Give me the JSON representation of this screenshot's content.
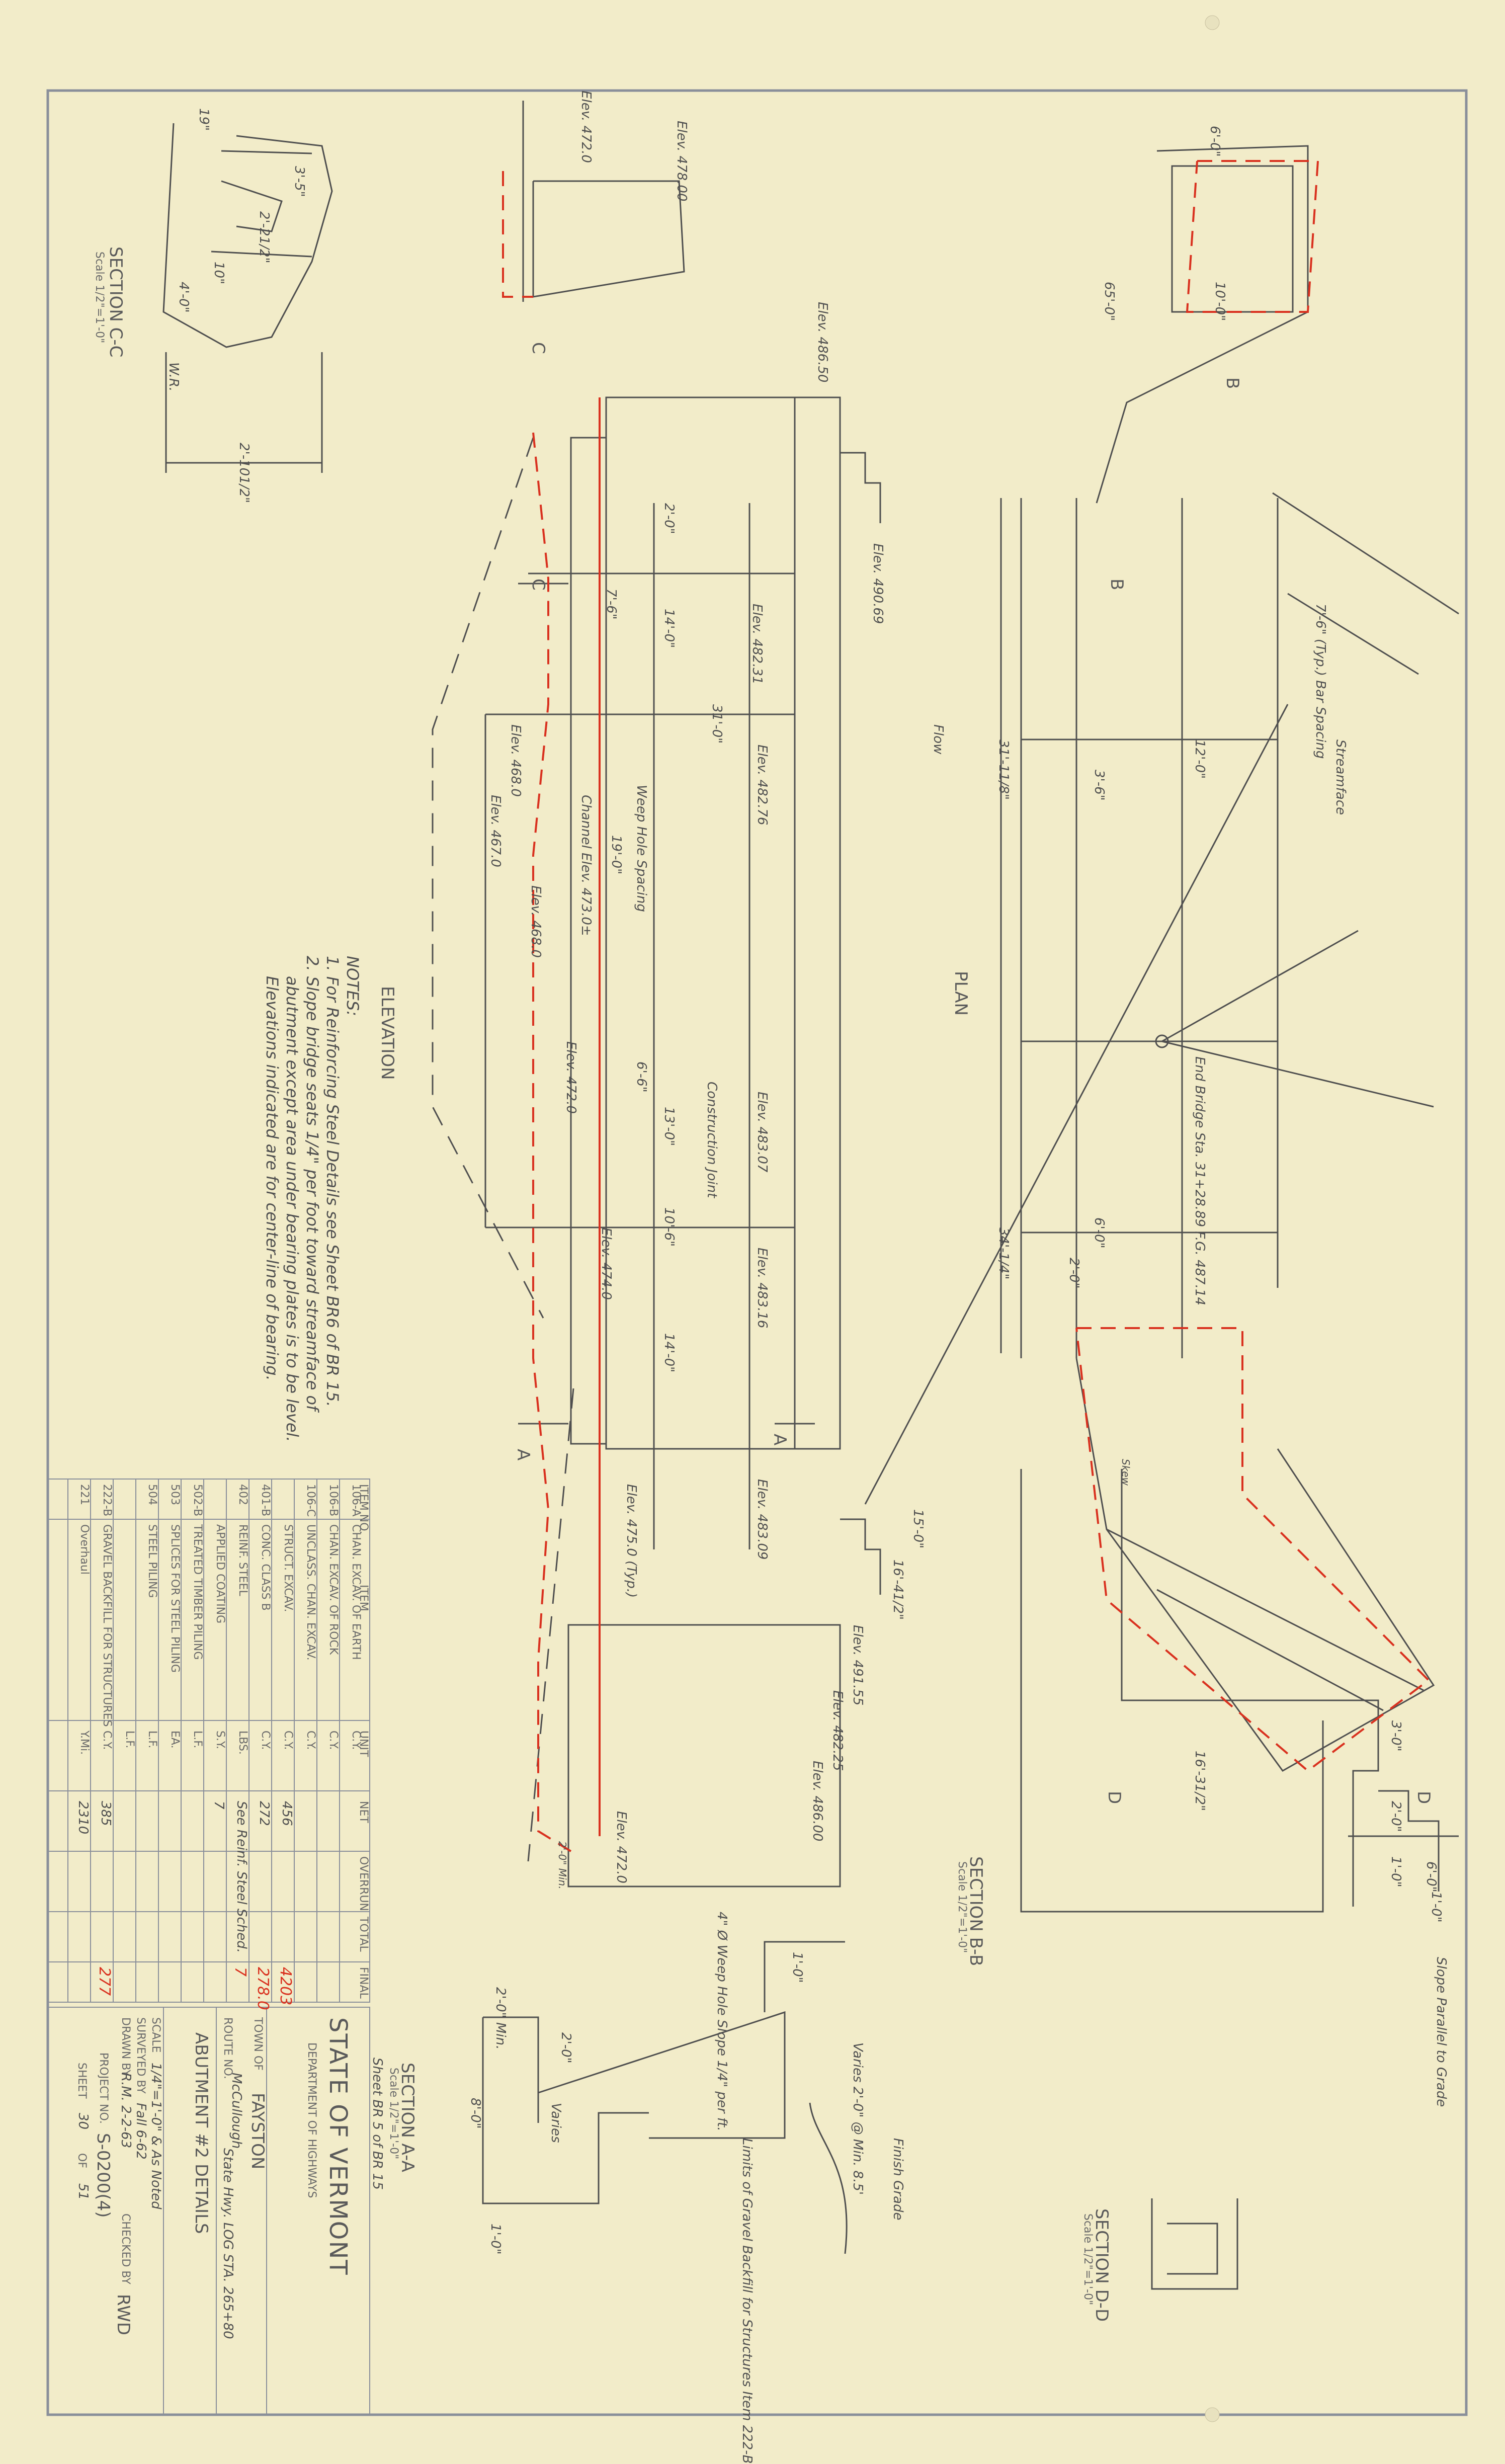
{
  "title_block": {
    "agency": "STATE OF VERMONT",
    "department": "DEPARTMENT OF HIGHWAYS",
    "town_label": "TOWN OF",
    "town": "FAYSTON",
    "route_label": "ROUTE NO.",
    "route": "State Hwy. LOG STA. 265+80",
    "route_sub": "McCullough",
    "sheet_title": "ABUTMENT #2 DETAILS",
    "surveyed_label": "SURVEYED BY",
    "surveyed": "Fall 6-62",
    "scale_label": "SCALE",
    "scale": "1/4\"=1'-0\" & As Noted",
    "drawn_label": "DRAWN BY",
    "drawn": "R.M. 2-2-63",
    "checked_label": "CHECKED BY",
    "checked": "RWD",
    "project_label": "PROJECT NO.",
    "project": "S-0200(4)",
    "sheet_label": "SHEET",
    "sheet": "30",
    "of_label": "OF",
    "of_total": "51"
  },
  "quantities": {
    "headers": [
      "ITEM NO.",
      "ITEM",
      "UNIT",
      "NET",
      "OVERRUN",
      "TOTAL",
      "FINAL"
    ],
    "rows": [
      {
        "no": "106-A",
        "item": "CHAN. EXCAV. OF EARTH",
        "unit": "C.Y.",
        "net": "",
        "final": ""
      },
      {
        "no": "106-B",
        "item": "CHAN. EXCAV. OF ROCK",
        "unit": "C.Y.",
        "net": "",
        "final": ""
      },
      {
        "no": "106-C",
        "item": "UNCLASS. CHAN. EXCAV.",
        "unit": "C.Y.",
        "net": "",
        "final": ""
      },
      {
        "no": "",
        "item": "STRUCT. EXCAV.",
        "unit": "C.Y.",
        "net": "456",
        "final": "4203"
      },
      {
        "no": "401-B",
        "item": "CONC. CLASS B",
        "unit": "C.Y.",
        "net": "272",
        "final": "278.0"
      },
      {
        "no": "402",
        "item": "REINF. STEEL",
        "unit": "LBS.",
        "net": "See Reinf. Steel Sched.",
        "final": "7"
      },
      {
        "no": "",
        "item": "APPLIED COATING",
        "unit": "S.Y.",
        "net": "7",
        "final": ""
      },
      {
        "no": "502-B",
        "item": "TREATED TIMBER PILING",
        "unit": "L.F.",
        "net": "",
        "final": ""
      },
      {
        "no": "503",
        "item": "SPLICES FOR STEEL PILING",
        "unit": "EA.",
        "net": "",
        "final": ""
      },
      {
        "no": "504",
        "item": "STEEL PILING",
        "unit": "L.F.",
        "net": "",
        "final": ""
      },
      {
        "no": "",
        "item": "",
        "unit": "L.F.",
        "net": "",
        "final": ""
      },
      {
        "no": "222-B",
        "item": "GRAVEL BACKFILL FOR STRUCTURES",
        "unit": "C.Y.",
        "net": "385",
        "final": "277"
      },
      {
        "no": "221",
        "item": "Overhaul",
        "unit": "Y.Mi.",
        "net": "2310",
        "final": ""
      }
    ]
  },
  "notes": {
    "heading": "NOTES:",
    "lines": [
      "1. For Reinforcing Steel Details see Sheet BR6 of BR 15.",
      "2. Slope bridge seats 1/4\" per foot toward streamface of",
      "abutment except area under bearing plates is to be level.",
      "Elevations indicated are for center-line of bearing."
    ]
  },
  "views": {
    "elevation": "ELEVATION",
    "plan": "PLAN",
    "section_cc": "SECTION C-C",
    "section_cc_scale": "Scale 1/2\"=1'-0\"",
    "section_aa": "SECTION A-A",
    "section_aa_scale": "Scale 1/2\"=1'-0\"",
    "section_aa_sheet": "Sheet BR 5 of BR 15",
    "section_bb": "SECTION B-B",
    "section_bb_scale": "Scale 1/2\"=1'-0\"",
    "section_dd": "SECTION D-D",
    "section_dd_scale": "Scale 1/2\"=1'-0\""
  },
  "labels": {
    "elevs": [
      "Elev. 478.00",
      "Elev. 472.0",
      "Elev. 486.50",
      "Elev. 490.69",
      "Elev. 482.31",
      "Elev. 482.76",
      "Elev. 483.07",
      "Elev. 483.16",
      "Elev. 483.09",
      "Elev. 491.55",
      "Elev. 482.25",
      "Elev. 486.00",
      "Elev. 468.0",
      "Elev. 467.0",
      "Elev. 468.0",
      "Elev. 472.0",
      "Elev. 474.0",
      "Elev. 472.0",
      "Elev. 475.0 (Typ.)"
    ],
    "dims": [
      "31'-0\"",
      "14'-0\"",
      "19'-0\"",
      "13'-0\"",
      "10'-6\"",
      "14'-0\"",
      "6'-6\"",
      "7'-6\"",
      "2'-0\""
    ],
    "misc": [
      "Weep Hole Spacing",
      "Channel Elev. 473.0±",
      "Construction Joint",
      "Flow",
      "Skew",
      "End Bridge Sta. 31+28.89 F.G. 487.14",
      "Streamface",
      "Slope Parallel to Grade",
      "4\" Ø Weep Hole Slope 1/4\" per ft.",
      "Limits of Gravel Backfill for Structures Item 222-B",
      "Finish Grade",
      "Varies 2'-0\" @ Min. 8.5'",
      "W.R.",
      "2'-0\" Min."
    ],
    "plan_dims": [
      "6'-0\"",
      "10'-0\"",
      "65'-0\"",
      "31'-11/8\"",
      "3'-6\"",
      "12'-0\"",
      "34'-1/4\"",
      "15'-0\"",
      "16'-41/2\"",
      "6'-0\"",
      "2'-0\"",
      "16'-31/2\"",
      "7'-6\" (Typ.) Bar Spacing"
    ],
    "section_cc_dims": [
      "19\"",
      "3'-5\"",
      "2'-21/2\"",
      "10\"",
      "4'-0\"",
      "2'-101/2\""
    ],
    "section_bb_dims": [
      "6'-0\"",
      "3'-0\"",
      "2'-0\"",
      "1'-0\"",
      "1'-0\""
    ],
    "section_aa_dims": [
      "2'-0\" Min.",
      "2'-0\"",
      "8'-0\"",
      "1'-0\"",
      "Varies",
      "1'-0\""
    ],
    "cut_marks": [
      "C",
      "C",
      "A",
      "A",
      "B",
      "B",
      "D",
      "D"
    ]
  },
  "colors": {
    "paper": "#f2ecc9",
    "line": "#4f4f4f",
    "markup_red": "#d9311f",
    "border": "#8a8f9a"
  }
}
